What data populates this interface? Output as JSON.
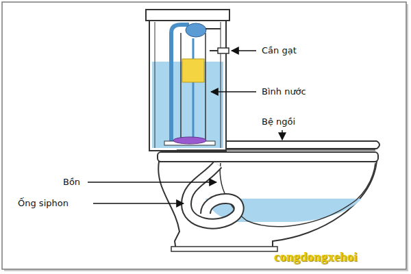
{
  "diagram": {
    "labels": [
      "Cần gạt",
      "Bình nước",
      "Bệ ngồi",
      "Bồn",
      "Ống siphon",
      "congdongxehoi"
    ]
  }
}
